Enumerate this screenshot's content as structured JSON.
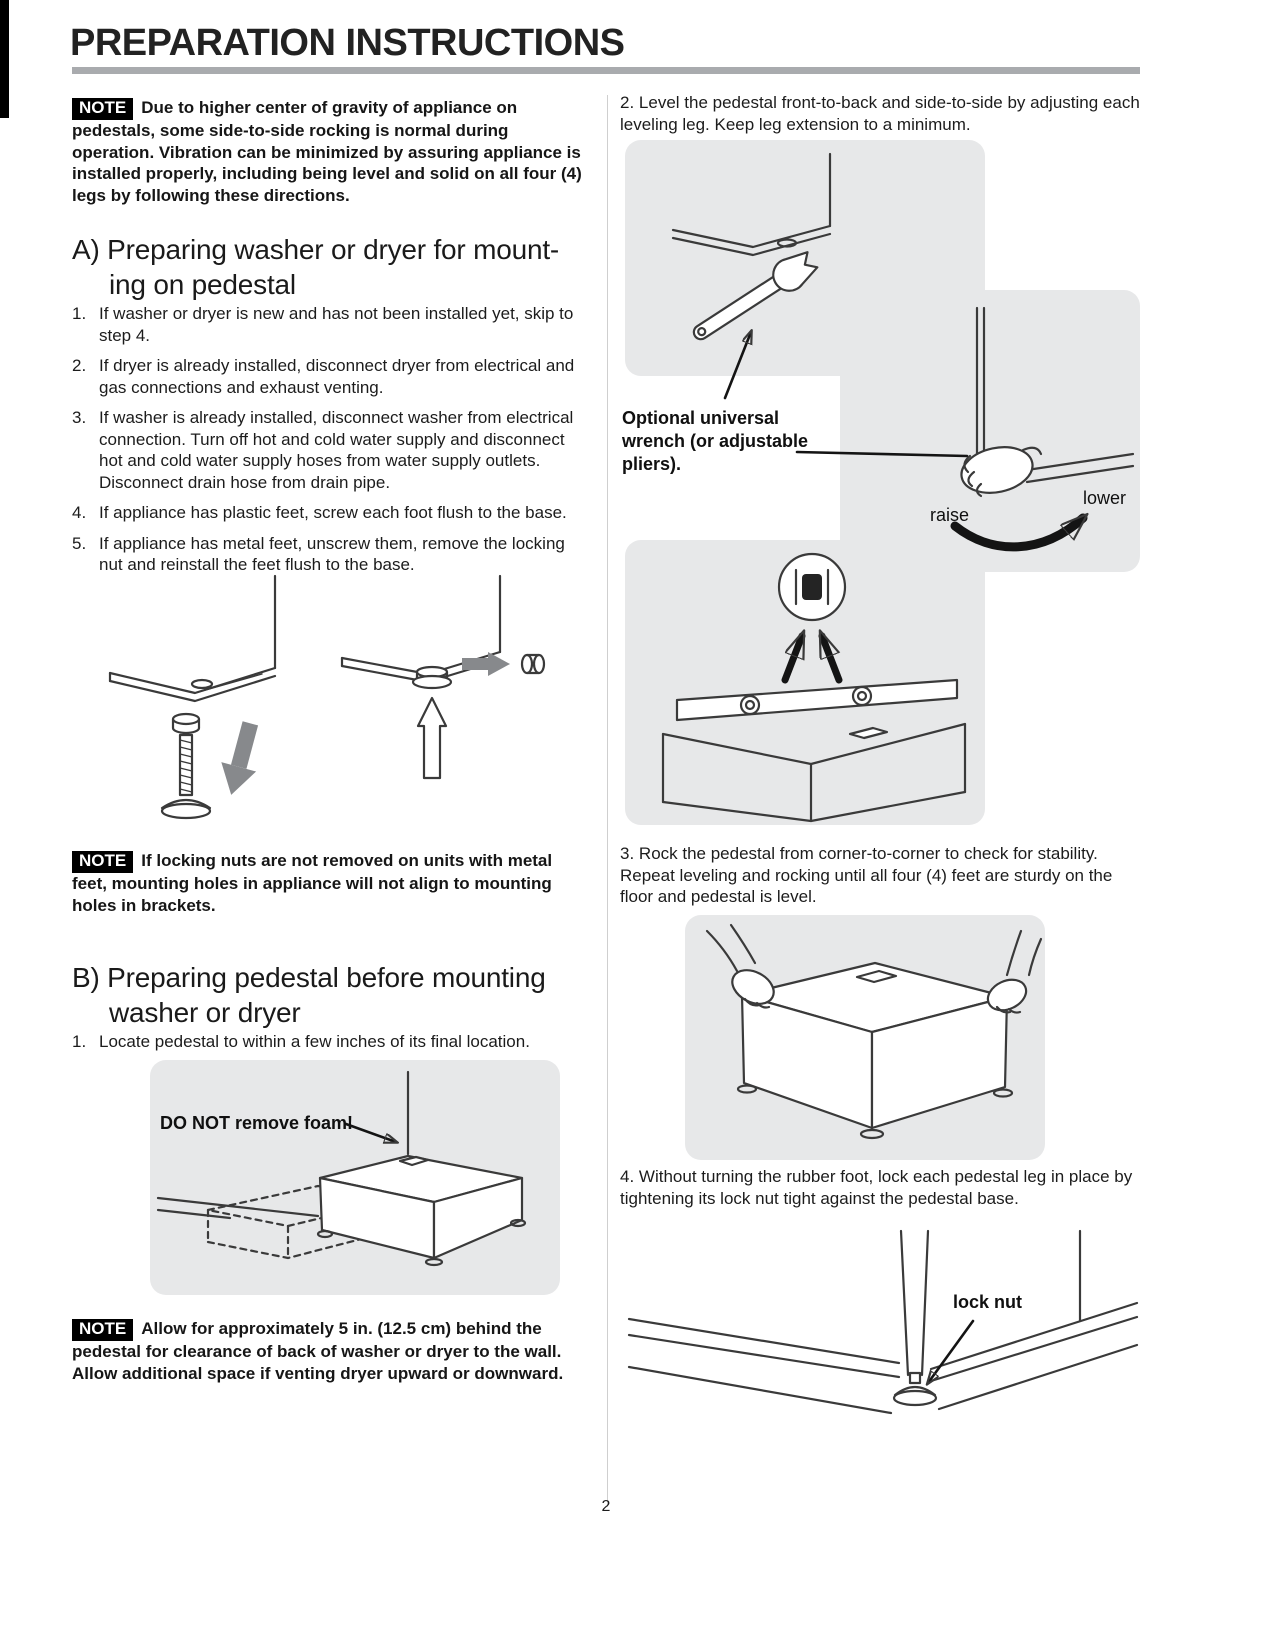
{
  "doc": {
    "title": "PREPARATION INSTRUCTIONS",
    "page_number": "2"
  },
  "note_tag": "NOTE",
  "notes": {
    "gravity": "Due to higher center of gravity of appliance on pedestals, some side-to-side rocking is normal during operation. Vibration can be minimized by assuring appliance is installed properly, including being level and solid on all four (4) legs by following these directions.",
    "locking_nuts": "If locking nuts are not removed on units with metal feet, mounting holes in appliance will not align to mounting holes in brackets.",
    "clearance": "Allow for approximately 5 in. (12.5 cm) behind the pedestal for clearance of back of washer or dryer to the wall. Allow additional space if venting dryer upward or downward."
  },
  "section_a": {
    "heading_line1": "A) Preparing washer or dryer for mount-",
    "heading_line2": "ing on pedestal",
    "steps": [
      {
        "num": "1.",
        "text": "If washer or dryer is new and has not been installed yet, skip to step 4."
      },
      {
        "num": "2.",
        "text": "If dryer is already installed, disconnect dryer from electrical and gas connections and exhaust venting."
      },
      {
        "num": "3.",
        "text": "If washer is already installed, disconnect washer from electrical connection. Turn off hot and cold water supply and disconnect hot and cold water supply hoses from water supply outlets. Disconnect drain hose from drain pipe."
      },
      {
        "num": "4.",
        "text": "If appliance has plastic feet, screw each foot flush to the base."
      },
      {
        "num": "5.",
        "text": "If appliance has metal feet, unscrew them, remove the locking nut and reinstall the feet flush to the base."
      }
    ]
  },
  "section_b": {
    "heading_line1": "B) Preparing pedestal before mounting",
    "heading_line2": "washer or dryer",
    "steps": [
      {
        "num": "1.",
        "text": "Locate pedestal to within a few inches of its final location."
      }
    ]
  },
  "right_steps": {
    "step2": {
      "num": "2.",
      "text": "Level the pedestal front-to-back and side-to-side by adjusting each leveling leg. Keep leg extension to a minimum."
    },
    "step3": {
      "num": "3.",
      "text": "Rock the pedestal from corner-to-corner to check for stability. Repeat leveling and rocking until all four (4) feet are sturdy on the floor and pedestal is level."
    },
    "step4": {
      "num": "4.",
      "text": "Without turning the rubber foot, lock each pedestal leg in place by tightening its lock nut tight against the pedestal base."
    }
  },
  "figure_labels": {
    "wrench": "Optional universal wrench (or adjustable pliers).",
    "raise": "raise",
    "lower": "lower",
    "foam": "DO NOT remove foam!",
    "lock_nut": "lock nut"
  }
}
